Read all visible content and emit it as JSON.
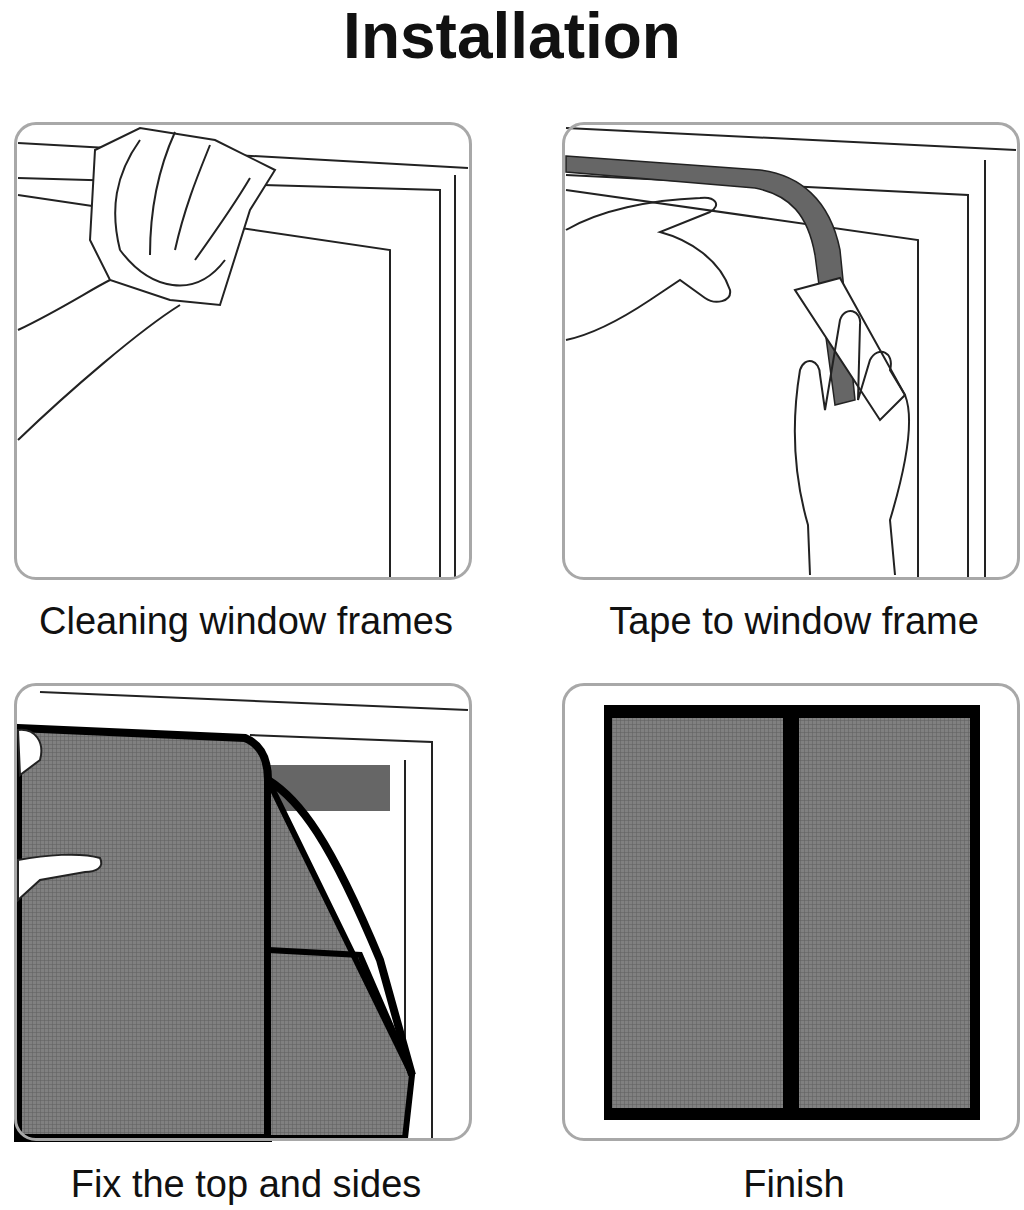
{
  "diagram": {
    "title": "Installation",
    "nodes": [
      {
        "text": [
          "Cleaning window frames"
        ]
      },
      {
        "text": [
          "Tape to window frame"
        ]
      },
      {
        "text": [
          "Fix the top and sides"
        ]
      },
      {
        "text": [
          "Finish"
        ]
      }
    ]
  }
}
